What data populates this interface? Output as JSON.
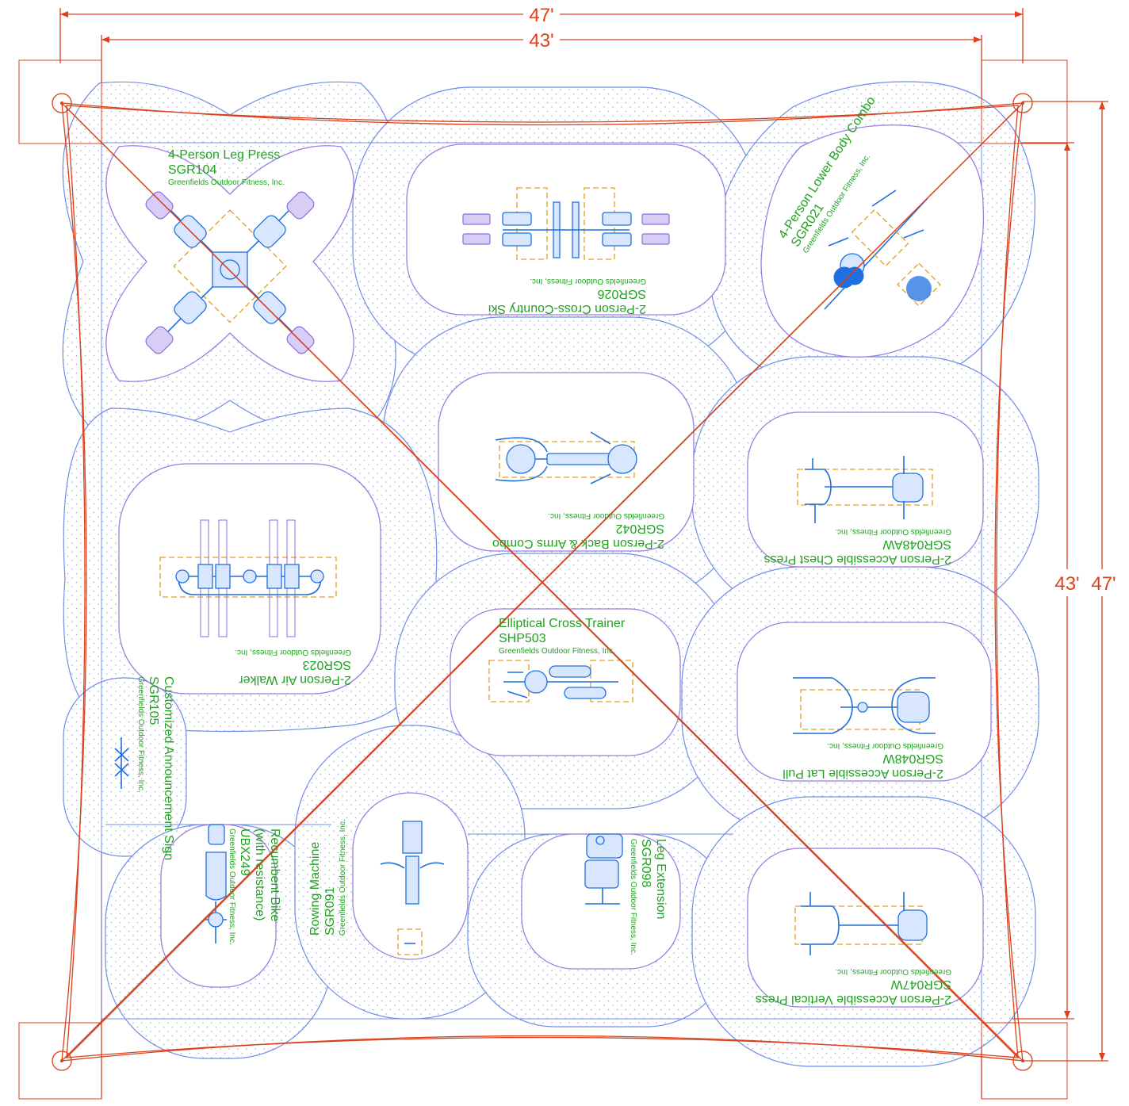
{
  "dimensions": {
    "top_outer": "47'",
    "top_inner": "43'",
    "right_inner": "43'",
    "right_outer": "47'"
  },
  "manufacturer": "Greenfields Outdoor Fitness, Inc.",
  "equipment": [
    {
      "id": "leg-press",
      "title": "4-Person Leg Press",
      "code": "SGR104"
    },
    {
      "id": "cross-country-ski",
      "title": "2-Person Cross-Country Ski",
      "code": "SGR026"
    },
    {
      "id": "lower-body-combo",
      "title": "4-Person Lower Body Combo",
      "code": "SGR021"
    },
    {
      "id": "back-arms-combo",
      "title": "2-Person Back & Arms Combo",
      "code": "SGR042"
    },
    {
      "id": "air-walker",
      "title": "2-Person Air Walker",
      "code": "SGR023"
    },
    {
      "id": "chest-press",
      "title": "2-Person Accessible Chest Press",
      "code": "SGR048AW"
    },
    {
      "id": "elliptical",
      "title": "Elliptical Cross Trainer",
      "code": "SHP503"
    },
    {
      "id": "lat-pull",
      "title": "2-Person Accessible Lat Pull",
      "code": "SGR048W"
    },
    {
      "id": "announcement-sign",
      "title": "Customized Announcement Sign",
      "code": "SGR105"
    },
    {
      "id": "recumbent-bike",
      "title_lines": [
        "Recumbent Bike",
        "(with resistance)"
      ],
      "code": "UBX249"
    },
    {
      "id": "rowing-machine",
      "title": "Rowing Machine",
      "code": "SGR091"
    },
    {
      "id": "leg-extension",
      "title": "Leg Extension",
      "code": "SGR098"
    },
    {
      "id": "vertical-press",
      "title": "2-Person Accessible Vertical Press",
      "code": "SGR047W"
    }
  ],
  "colors": {
    "dimension": "#e0401c",
    "zone_outline": "#6f8de8",
    "mat_outline": "#9a7fe0",
    "label": "#1fa21f",
    "equipment": "#1f6fe0",
    "footprint": "#e0a020",
    "shade_cable": "#d9401c"
  }
}
